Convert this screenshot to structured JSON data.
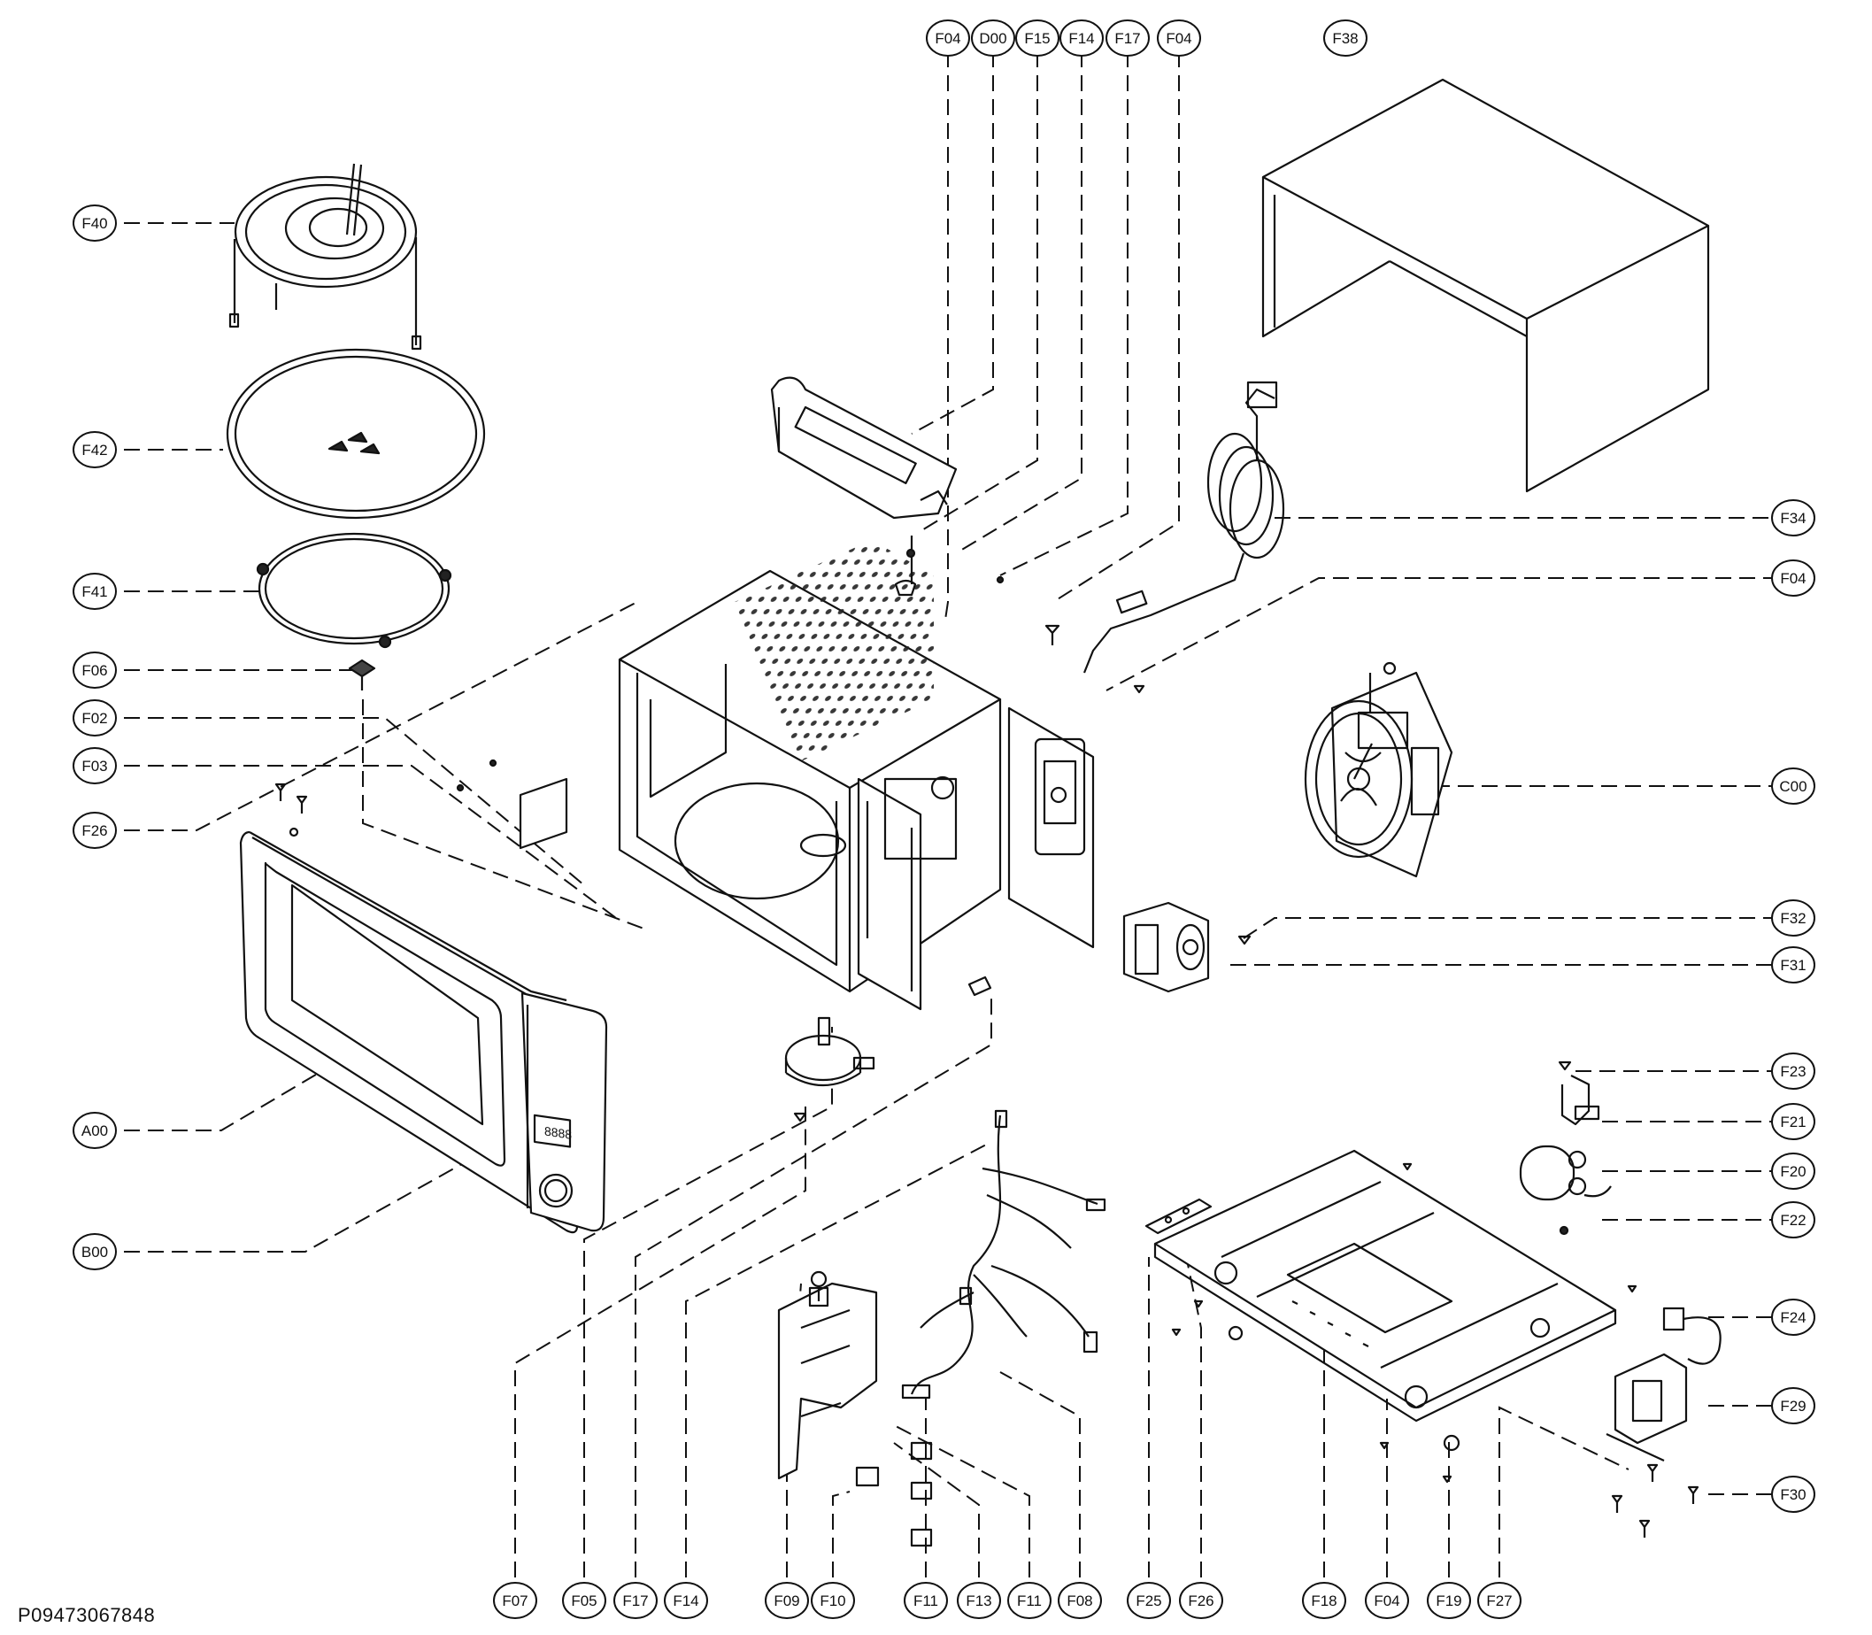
{
  "document_id": "P09473067848",
  "callouts": [
    {
      "id": "top-1",
      "label": "F04"
    },
    {
      "id": "top-2",
      "label": "D00"
    },
    {
      "id": "top-3",
      "label": "F15"
    },
    {
      "id": "top-4",
      "label": "F14"
    },
    {
      "id": "top-5",
      "label": "F17"
    },
    {
      "id": "top-6",
      "label": "F04"
    },
    {
      "id": "top-7",
      "label": "F38"
    },
    {
      "id": "left-1",
      "label": "F40"
    },
    {
      "id": "left-2",
      "label": "F42"
    },
    {
      "id": "left-3",
      "label": "F41"
    },
    {
      "id": "left-4",
      "label": "F06"
    },
    {
      "id": "left-5",
      "label": "F02"
    },
    {
      "id": "left-6",
      "label": "F03"
    },
    {
      "id": "left-7",
      "label": "F26"
    },
    {
      "id": "left-8",
      "label": "A00"
    },
    {
      "id": "left-9",
      "label": "B00"
    },
    {
      "id": "right-1",
      "label": "F34"
    },
    {
      "id": "right-2",
      "label": "F04"
    },
    {
      "id": "right-3",
      "label": "C00"
    },
    {
      "id": "right-4",
      "label": "F32"
    },
    {
      "id": "right-5",
      "label": "F31"
    },
    {
      "id": "right-6",
      "label": "F23"
    },
    {
      "id": "right-7",
      "label": "F21"
    },
    {
      "id": "right-8",
      "label": "F20"
    },
    {
      "id": "right-9",
      "label": "F22"
    },
    {
      "id": "right-10",
      "label": "F24"
    },
    {
      "id": "right-11",
      "label": "F29"
    },
    {
      "id": "right-12",
      "label": "F30"
    },
    {
      "id": "bottom-1",
      "label": "F07"
    },
    {
      "id": "bottom-2",
      "label": "F05"
    },
    {
      "id": "bottom-3",
      "label": "F17"
    },
    {
      "id": "bottom-4",
      "label": "F14"
    },
    {
      "id": "bottom-5",
      "label": "F09"
    },
    {
      "id": "bottom-6",
      "label": "F10"
    },
    {
      "id": "bottom-7",
      "label": "F11"
    },
    {
      "id": "bottom-8",
      "label": "F13"
    },
    {
      "id": "bottom-9",
      "label": "F11"
    },
    {
      "id": "bottom-10",
      "label": "F08"
    },
    {
      "id": "bottom-11",
      "label": "F25"
    },
    {
      "id": "bottom-12",
      "label": "F26"
    },
    {
      "id": "bottom-13",
      "label": "F18"
    },
    {
      "id": "bottom-14",
      "label": "F04"
    },
    {
      "id": "bottom-15",
      "label": "F19"
    },
    {
      "id": "bottom-16",
      "label": "F27"
    }
  ],
  "display_readout": "8888"
}
